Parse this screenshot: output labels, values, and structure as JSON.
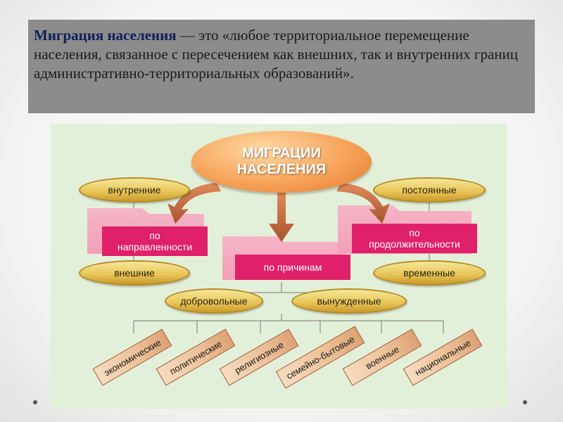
{
  "definition": {
    "term": "Миграция населения",
    "text": " — это «любое территориальное перемещение населения, связанное с пересечением как внешних, так и внутренних границ административно-территориальных образований»."
  },
  "diagram": {
    "title_line1": "МИГРАЦИИ",
    "title_line2": "НАСЕЛЕНИЯ",
    "direction": {
      "label_line1": "по",
      "label_line2": "направленности",
      "inner": "внутренние",
      "outer": "внешние"
    },
    "duration": {
      "label_line1": "по",
      "label_line2": "продолжительности",
      "permanent": "постоянные",
      "temporary": "временные"
    },
    "reasons": {
      "label": "по причинам",
      "voluntary": "добровольные",
      "forced": "вынужденные",
      "types": [
        "экономические",
        "политические",
        "религиозные",
        "семейно-бытовые",
        "военные",
        "национальные"
      ]
    }
  },
  "colors": {
    "panel": "#e3f0d9",
    "definition_bg": "#8c8c8c",
    "accent_pink": "#e0206a",
    "ellipse_gold": "#e8c75a",
    "title_orange": "#f7a35a",
    "arrow_brown": "#b5613a"
  }
}
